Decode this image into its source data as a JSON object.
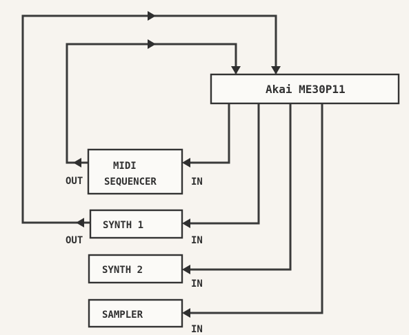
{
  "nodes": {
    "router": "Akai ME30P11",
    "sequencer_line1": "MIDI",
    "sequencer_line2": "SEQUENCER",
    "synth1": "SYNTH 1",
    "synth2": "SYNTH 2",
    "sampler": "SAMPLER"
  },
  "ports": {
    "out": "OUT",
    "in": "IN"
  }
}
